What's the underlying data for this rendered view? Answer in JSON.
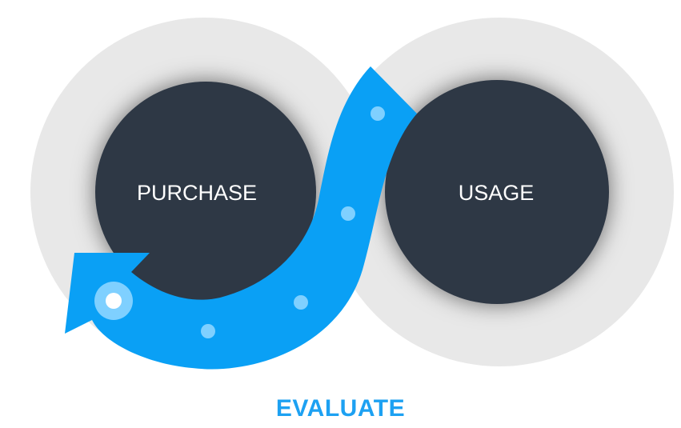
{
  "diagram": {
    "left_circle": {
      "label": "PURCHASE"
    },
    "right_circle": {
      "label": "USAGE"
    },
    "caption": "EVALUATE"
  },
  "colors": {
    "outer_ring": "#e8e8e8",
    "inner_circle": "#2e3744",
    "arrow": "#0aa0f5",
    "arrow_dots": "#7fd0ff",
    "caption": "#1da1f2"
  }
}
